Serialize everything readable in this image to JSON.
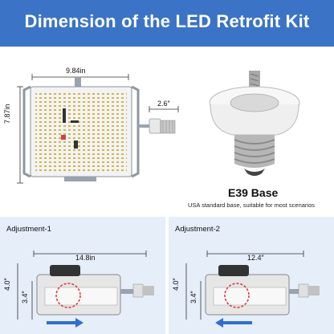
{
  "banner": {
    "title": "Dimension of the LED Retrofit Kit"
  },
  "top": {
    "width_label": "9.84in",
    "height_label": "7.87in",
    "neck_label": "2.6″"
  },
  "base": {
    "title": "E39 Base",
    "description": "USA standard base, suitable for most scenarios"
  },
  "adjustments": [
    {
      "label": "Adjustment-1",
      "length": "14.8in",
      "height_outer": "4.0″",
      "height_inner": "3.4″"
    },
    {
      "label": "Adjustment-2",
      "length": "12.4″",
      "height_outer": "4.0″",
      "height_inner": "3.4″"
    }
  ],
  "colors": {
    "banner": "#3b73c6",
    "panel": "#e5eef9",
    "arrow": "#2f6fd0",
    "highlight": "#e03030"
  }
}
